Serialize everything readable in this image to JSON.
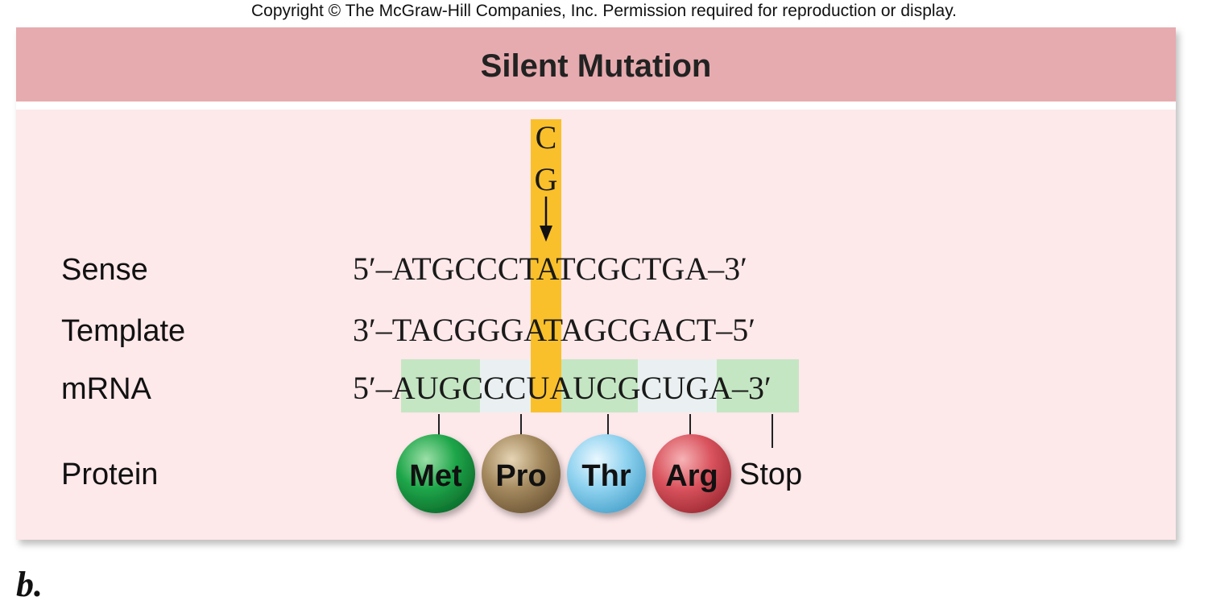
{
  "copyright": "Copyright © The McGraw-Hill Companies, Inc. Permission required for reproduction or display.",
  "title": "Silent Mutation",
  "mutation": {
    "top": "C",
    "bottom": "G"
  },
  "rows": {
    "sense": {
      "label": "Sense",
      "sequence": "5′–ATGCCCTATCGCTGA–3′"
    },
    "template": {
      "label": "Template",
      "sequence": "3′–TACGGGATAGCGACT–5′"
    },
    "mrna": {
      "label": "mRNA",
      "sequence": "5′–AUGCCCUAUCGCUGA–3′"
    },
    "protein": {
      "label": "Protein"
    }
  },
  "amino_acids": [
    {
      "name": "Met",
      "color": "#1fa64a"
    },
    {
      "name": "Pro",
      "color": "#a58a5f"
    },
    {
      "name": "Thr",
      "color": "#8fd2ef"
    },
    {
      "name": "Arg",
      "color": "#d9535d"
    }
  ],
  "stop_label": "Stop",
  "figure_letter": "b.",
  "colors": {
    "highlight": "#f9c02b",
    "codon_green": "#c5e6c3",
    "codon_light": "#eaf0f1"
  }
}
